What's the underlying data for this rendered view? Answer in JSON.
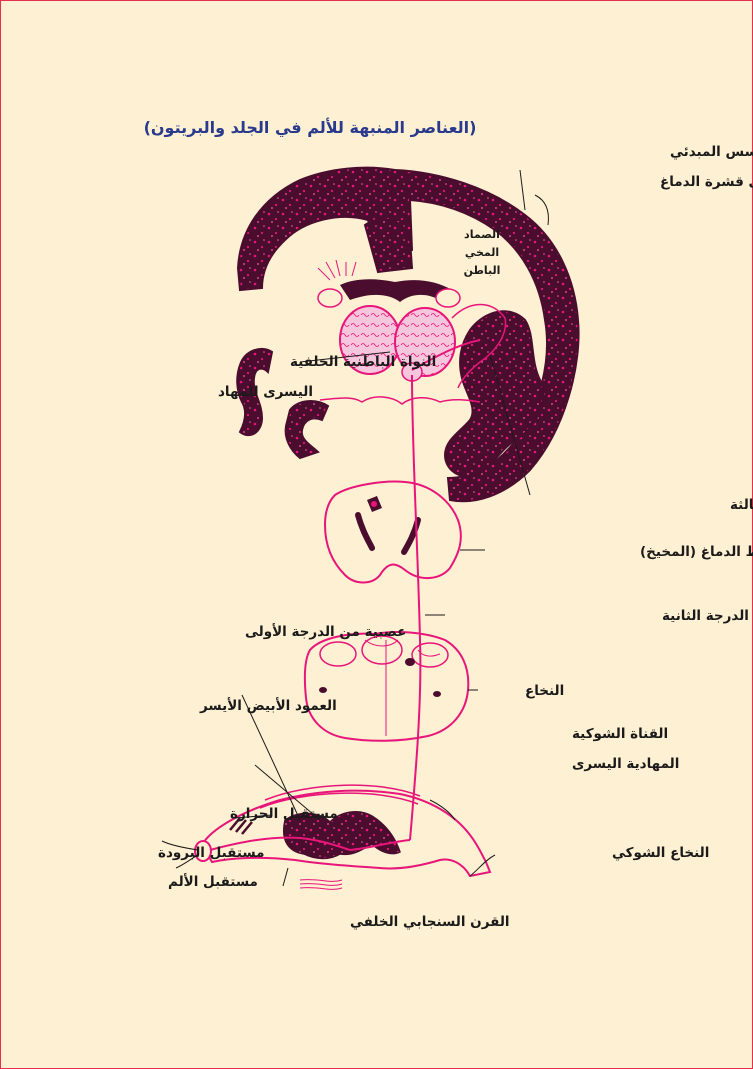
{
  "colors": {
    "background": "#fef0d2",
    "border": "#e5304a",
    "pathway": "#e8157a",
    "brain": "#4a0d2e",
    "title": "#2a3a8c",
    "label": "#1a1a1a"
  },
  "title": "(العناصر المنبهة للألم في الجلد والبريتون)",
  "labels": {
    "somatosensory_cortex_1": "منطقة التحسس المبدئي",
    "somatosensory_cortex_2": "في قشرة الدماغ",
    "internal_capsule_1": "الصماد",
    "internal_capsule_2": "المخي",
    "internal_capsule_3": "الباطن",
    "thalamic_nucleus_1": "النواة الباطنية الخلفية",
    "thalamic_nucleus_2": "اليسرى للمهاد",
    "third_order_neuron": "عصبية من الدرجة الثالثة",
    "midbrain": "وسط الدماغ (المخيخ)",
    "second_order_neuron": "عصبية من الدرجة الثانية",
    "first_order_neuron": "عصبية من الدرجة الأولى",
    "medulla": "النخاع",
    "left_white_column": "العمود الأبيض الأيسر",
    "spinothalamic_tract_1": "القناة الشوكية",
    "spinothalamic_tract_2": "المهادية اليسرى",
    "heat_receptor": "مستقبل الحرارة",
    "cold_receptor": "مستقبل البرودة",
    "pain_receptor": "مستقبل الألم",
    "spinal_cord": "النخاع الشوكي",
    "dorsal_horn": "القرن السنجابي الخلفي"
  }
}
